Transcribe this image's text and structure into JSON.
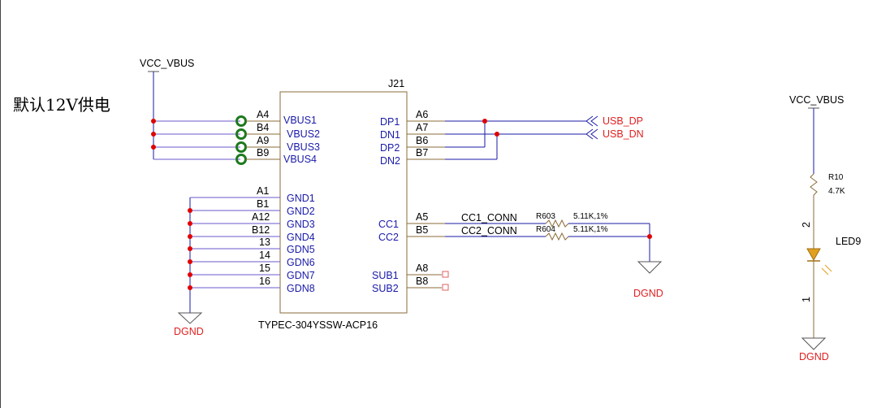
{
  "note": "默认12V供电",
  "power_label": "VCC_VBUS",
  "power_label_right": "VCC_VBUS",
  "gnd_label": "DGND",
  "connector": {
    "ref": "J21",
    "part": "TYPEC-304YSSW-ACP16"
  },
  "left_pins": [
    {
      "pin": "A4",
      "name": "VBUS1"
    },
    {
      "pin": "B4",
      "name": "VBUS2"
    },
    {
      "pin": "A9",
      "name": "VBUS3"
    },
    {
      "pin": "B9",
      "name": "VBUS4"
    },
    {
      "pin": "A1",
      "name": "GND1"
    },
    {
      "pin": "B1",
      "name": "GND2"
    },
    {
      "pin": "A12",
      "name": "GND3"
    },
    {
      "pin": "B12",
      "name": "GND4"
    },
    {
      "pin": "13",
      "name": "GDN5"
    },
    {
      "pin": "14",
      "name": "GDN6"
    },
    {
      "pin": "15",
      "name": "GDN7"
    },
    {
      "pin": "16",
      "name": "GDN8"
    }
  ],
  "right_pins": [
    {
      "pin": "A6",
      "name": "DP1"
    },
    {
      "pin": "A7",
      "name": "DN1"
    },
    {
      "pin": "B6",
      "name": "DP2"
    },
    {
      "pin": "B7",
      "name": "DN2"
    },
    {
      "pin": "A5",
      "name": "CC1"
    },
    {
      "pin": "B5",
      "name": "CC2"
    },
    {
      "pin": "A8",
      "name": "SUB1"
    },
    {
      "pin": "B8",
      "name": "SUB2"
    }
  ],
  "usb_dp": "USB_DP",
  "usb_dn": "USB_DN",
  "cc1_net": "CC1_CONN",
  "cc2_net": "CC2_CONN",
  "r603": {
    "ref": "R603",
    "value": "5.11K,1%"
  },
  "r604": {
    "ref": "R604",
    "value": "5.11K,1%"
  },
  "r10": {
    "ref": "R10",
    "value": "4.7K"
  },
  "led": {
    "ref": "LED9",
    "pin2": "2",
    "pin1": "1"
  }
}
